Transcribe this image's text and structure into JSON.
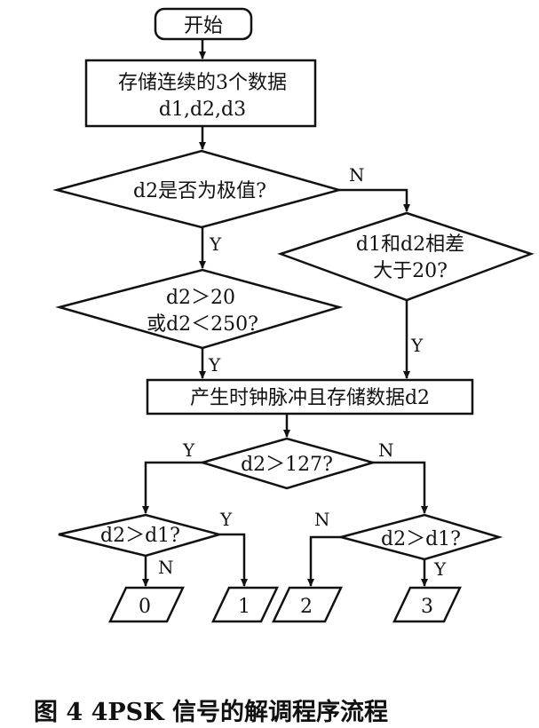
{
  "nodes": {
    "start": "开始",
    "store": [
      "存储连续的3个数据",
      "d1,d2,d3"
    ],
    "extreme": "d2是否为极值?",
    "range": [
      "d2＞20",
      "或d2＜250?"
    ],
    "diff": [
      "d1和d2相差",
      "大于20?"
    ],
    "clock": "产生时钟脉冲且存储数据d2",
    "gt127": "d2＞127?",
    "cmp_left": "d2＞d1?",
    "cmp_right": "d2＞d1?",
    "out0": "0",
    "out1": "1",
    "out2": "2",
    "out3": "3"
  },
  "labels": {
    "extreme_no": "N",
    "extreme_yes": "Y",
    "range_yes": "Y",
    "diff_yes": "Y",
    "gt127_yes": "Y",
    "gt127_no": "N",
    "left_no": "N",
    "left_yes": "Y",
    "right_no": "N",
    "right_yes": "Y"
  },
  "caption": "图 4   4PSK 信号的解调程序流程"
}
